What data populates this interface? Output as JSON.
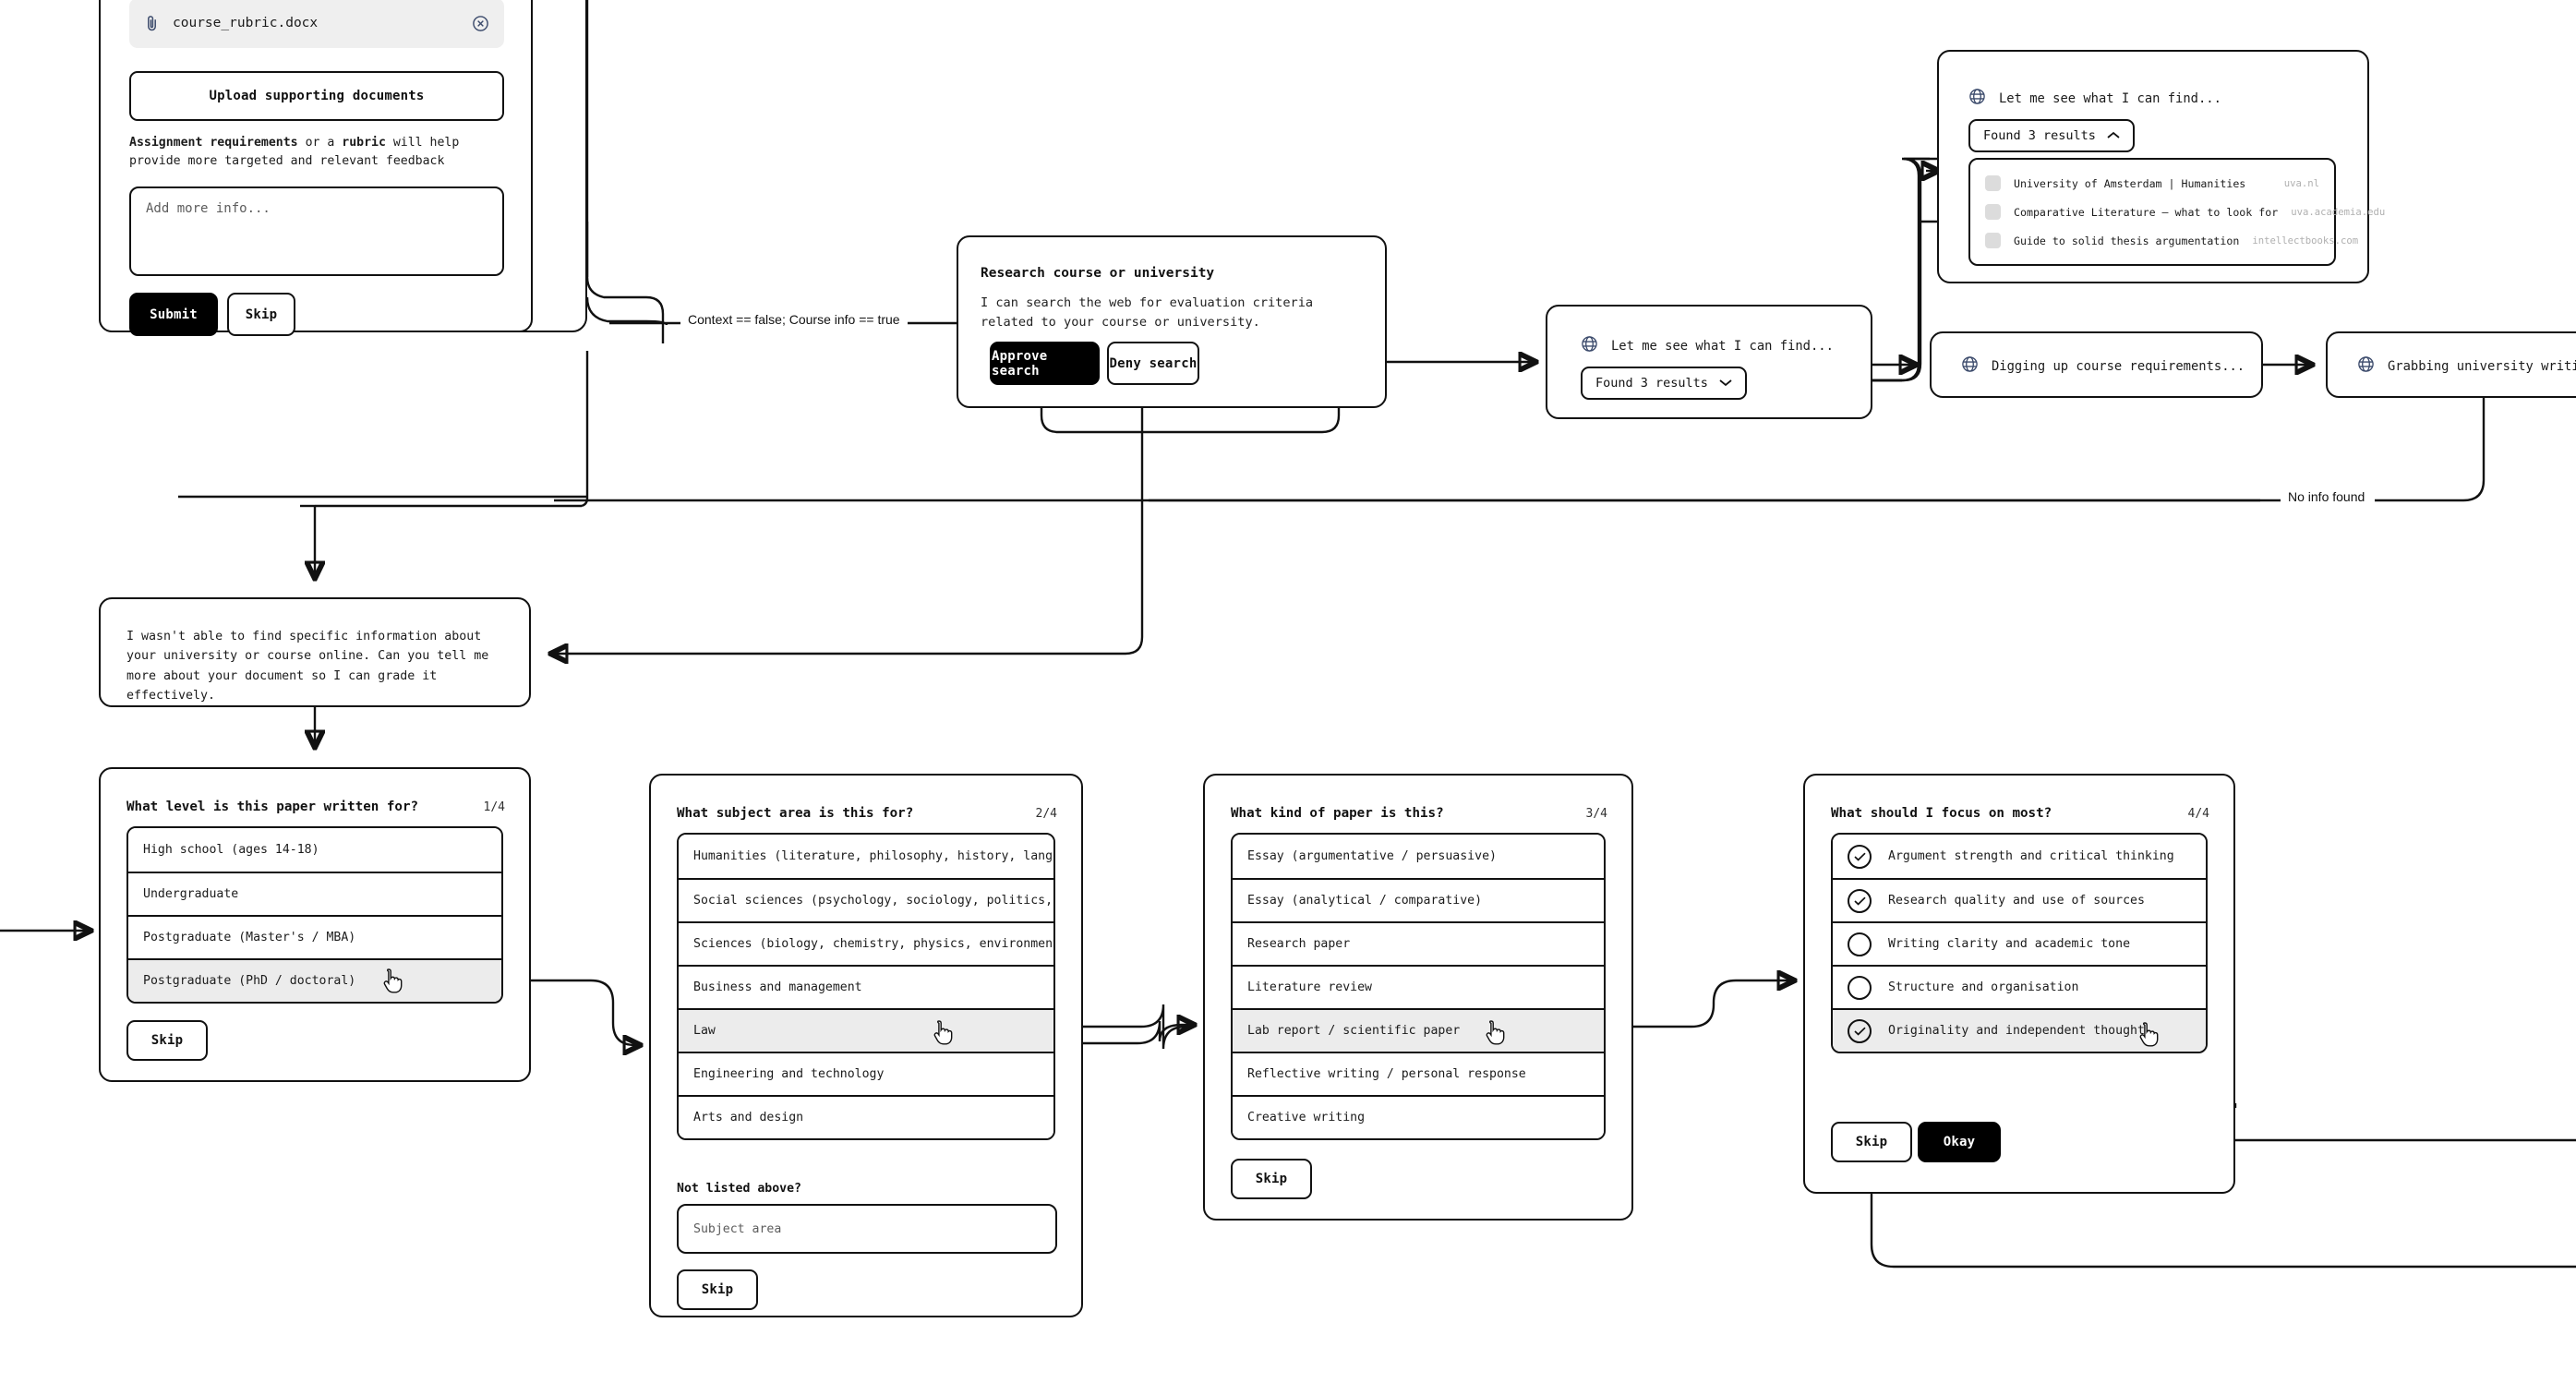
{
  "upload_card": {
    "file_chip": {
      "name": "course_rubric.docx",
      "attach_icon": "paperclip-icon",
      "remove_icon": "close-circle-icon"
    },
    "upload_button": "Upload supporting documents",
    "helper_prefix": "Assignment requirements",
    "helper_mid": " or a ",
    "helper_bold2": "rubric",
    "helper_suffix": " will help provide more targeted and relevant feedback",
    "more_info_placeholder": "Add more info...",
    "submit_label": "Submit",
    "skip_label": "Skip"
  },
  "research_card": {
    "title": "Research course or university",
    "description": "I can search the web for evaluation criteria related to your course or university.",
    "approve_label": "Approve search",
    "deny_label": "Deny search"
  },
  "search_results_expanded": {
    "status": "Let me see what I can find...",
    "pill_label": "Found 3 results",
    "chevron": "chevron-up-icon",
    "globe_icon": "globe-icon",
    "results": [
      {
        "title": "University of Amsterdam | Humanities",
        "url": "uva.nl"
      },
      {
        "title": "Comparative Literature — what to look for",
        "url": "uva.academia.edu"
      },
      {
        "title": "Guide to solid thesis argumentation",
        "url": "intellectbooks.com"
      }
    ]
  },
  "search_results_collapsed": {
    "status": "Let me see what I can find...",
    "pill_label": "Found 3 results",
    "chevron": "chevron-down-icon",
    "globe_icon": "globe-icon"
  },
  "status_cards": [
    {
      "label": "Digging up course requirements...",
      "globe_icon": "globe-icon"
    },
    {
      "label": "Grabbing university writing guide...",
      "globe_icon": "globe-icon"
    }
  ],
  "message_card": {
    "text": "I wasn't able to find specific information about your university or course online. Can you tell me more about your document so I can grade it effectively."
  },
  "edge_labels": {
    "context": "Context == false; Course info == true",
    "no_info": "No info found"
  },
  "question_cards": [
    {
      "title": "What level is this paper written for?",
      "count": "1/4",
      "options": [
        {
          "label": "High school (ages 14-18)",
          "selected": false
        },
        {
          "label": "Undergraduate",
          "selected": false
        },
        {
          "label": "Postgraduate (Master's / MBA)",
          "selected": false
        },
        {
          "label": "Postgraduate (PhD / doctoral)",
          "selected": true
        }
      ],
      "skip_label": "Skip"
    },
    {
      "title": "What subject area is this for?",
      "count": "2/4",
      "options": [
        {
          "label": "Humanities (literature, philosophy, history, languages)",
          "selected": false
        },
        {
          "label": "Social sciences (psychology, sociology, politics, econom…",
          "selected": false
        },
        {
          "label": "Sciences (biology, chemistry, physics, environmental)",
          "selected": false
        },
        {
          "label": "Business and management",
          "selected": false
        },
        {
          "label": "Law",
          "selected": true
        },
        {
          "label": "Engineering and technology",
          "selected": false
        },
        {
          "label": "Arts and design",
          "selected": false
        }
      ],
      "not_listed_label": "Not listed above?",
      "subject_placeholder": "Subject area",
      "skip_label": "Skip"
    },
    {
      "title": "What kind of paper is this?",
      "count": "3/4",
      "options": [
        {
          "label": "Essay (argumentative / persuasive)",
          "selected": false
        },
        {
          "label": "Essay (analytical / comparative)",
          "selected": false
        },
        {
          "label": "Research paper",
          "selected": false
        },
        {
          "label": "Literature review",
          "selected": false
        },
        {
          "label": "Lab report / scientific paper",
          "selected": true
        },
        {
          "label": "Reflective writing / personal response",
          "selected": false
        },
        {
          "label": "Creative writing",
          "selected": false
        }
      ],
      "skip_label": "Skip"
    },
    {
      "title": "What should I focus on most?",
      "count": "4/4",
      "options": [
        {
          "label": "Argument strength and critical thinking",
          "checked": true,
          "selected": false
        },
        {
          "label": "Research quality and use of sources",
          "checked": true,
          "selected": false
        },
        {
          "label": "Writing clarity and academic tone",
          "checked": false,
          "selected": false
        },
        {
          "label": "Structure and organisation",
          "checked": false,
          "selected": false
        },
        {
          "label": "Originality and independent thought",
          "checked": true,
          "selected": true
        }
      ],
      "skip_label": "Skip",
      "okay_label": "Okay"
    }
  ],
  "colors": {
    "globe": "#3b4a6b",
    "selected_row": "#ececec",
    "chip_bg": "#efefef",
    "muted_url": "#b0b0b0",
    "accent_dark": "#000000"
  }
}
